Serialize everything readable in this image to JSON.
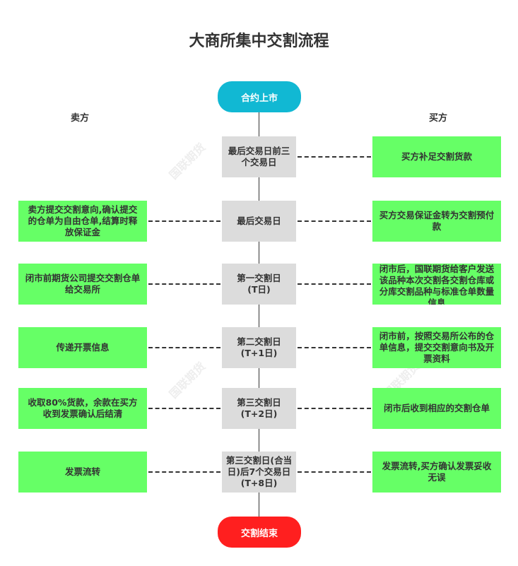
{
  "title": "大商所集中交割流程",
  "labels": {
    "seller": "卖方",
    "buyer": "买方"
  },
  "start": "合约上市",
  "end": "交割结束",
  "watermark": "国联期货",
  "rows": [
    {
      "center": "最后交易日前三个交易日",
      "left": "",
      "right": "买方补足交割货款"
    },
    {
      "center": "最后交易日",
      "left": "卖方提交交割意向,确认提交的仓单为自由仓单,结算时释放保证金",
      "right": "买方交易保证金转为交割预付款"
    },
    {
      "center": "第一交割日\n(T日)",
      "left": "闭市前期货公司提交交割仓单给交易所",
      "right": "闭市后，国联期货给客户发送该品种本次交割各交割仓库或分库交割品种与标准仓单数量信息"
    },
    {
      "center": "第二交割日\n(T+1日)",
      "left": "传递开票信息",
      "right": "闭市前，按照交易所公布的仓单信息，提交交割意向书及开票资料"
    },
    {
      "center": "第三交割日\n(T+2日)",
      "left": "收取80%货款，余款在买方收到发票确认后结清",
      "right": "闭市后收到相应的交割仓单"
    },
    {
      "center": "第三交割日(合当日)后7个交易日(T+8日)",
      "left": "发票流转",
      "right": "发票流转,买方确认发票妥收无误"
    }
  ],
  "colors": {
    "start": "#11b8d3",
    "end": "#ff1f1f",
    "side_box": "#66ff66",
    "center_box": "#dcdcdc"
  }
}
